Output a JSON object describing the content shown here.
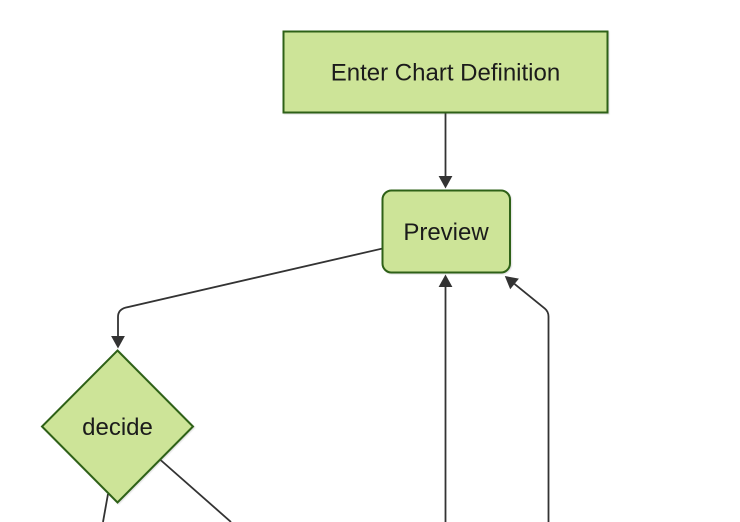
{
  "diagram": {
    "type": "flowchart",
    "direction": "top-down",
    "nodes": {
      "enter_chart_definition": {
        "label": "Enter Chart Definition",
        "shape": "rectangle"
      },
      "preview": {
        "label": "Preview",
        "shape": "rounded-rectangle"
      },
      "decide": {
        "label": "decide",
        "shape": "diamond"
      }
    },
    "edges": [
      {
        "from": "enter_chart_definition",
        "to": "preview",
        "arrowhead": "true"
      },
      {
        "from": "preview",
        "to": "decide",
        "arrowhead": "true"
      },
      {
        "from": "offscreen-bottom",
        "to": "preview",
        "arrowhead": "true"
      },
      {
        "from": "offscreen-bottom-right",
        "to": "preview",
        "arrowhead": "true"
      },
      {
        "from": "decide",
        "to": "offscreen-bottom-left",
        "arrowhead": "none-visible"
      },
      {
        "from": "decide",
        "to": "offscreen-bottom-right",
        "arrowhead": "none-visible"
      }
    ]
  },
  "colors": {
    "background": "#ffffff",
    "node_fill": "#cde498",
    "node_border": "#2e6117",
    "edge": "#333333",
    "text": "#1b1b1b"
  }
}
